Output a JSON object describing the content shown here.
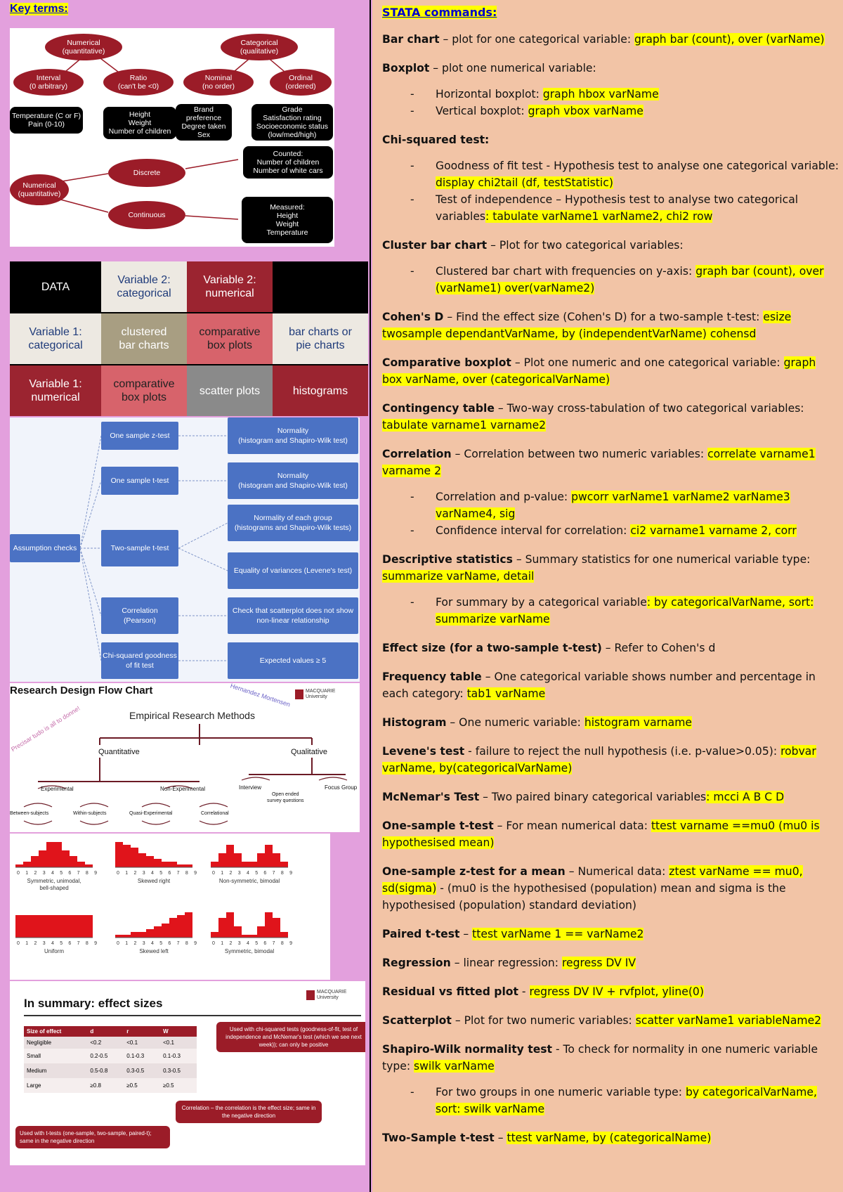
{
  "left": {
    "key_terms": "Key terms:",
    "types_diagram": {
      "numerical_top": "Numerical\n(quantitative)",
      "categorical_top": "Categorical\n(qualitative)",
      "interval": "Interval\n(0 arbitrary)",
      "ratio": "Ratio\n(can't be <0)",
      "nominal": "Nominal\n(no order)",
      "ordinal": "Ordinal\n(ordered)",
      "interval_ex": "Temperature (C or F)\nPain (0-10)",
      "ratio_ex": "Height\nWeight\nNumber of children",
      "nominal_ex": "Brand\npreference\nDegree taken\nSex",
      "ordinal_ex": "Grade\nSatisfaction rating\nSocioeconomic status\n(low/med/high)",
      "numerical_mid": "Numerical\n(quantitative)",
      "discrete": "Discrete",
      "continuous": "Continuous",
      "counted": "Counted:\nNumber of children\nNumber of white cars",
      "measured": "Measured:\nHeight\nWeight\nTemperature"
    },
    "data_grid": {
      "corner": "DATA",
      "var2_cat": "Variable 2:\ncategorical",
      "var2_num": "Variable 2:\nnumerical",
      "var1_cat": "Variable 1:\ncategorical",
      "clustered": "clustered\nbar charts",
      "comparative1": "comparative\nbox plots",
      "bar_pie": "bar charts or\npie charts",
      "var1_num": "Variable 1:\nnumerical",
      "comparative2": "comparative\nbox plots",
      "scatter": "scatter plots",
      "histograms": "histograms"
    },
    "assumptions": {
      "root": "Assumption checks",
      "one_z": "One sample z-test",
      "one_t": "One sample t-test",
      "two_t": "Two-sample t-test",
      "corr": "Correlation\n(Pearson)",
      "chi": "Chi-squared goodness\nof fit test",
      "norm1": "Normality\n(histogram and Shapiro-Wilk test)",
      "norm2": "Normality\n(histogram and Shapiro-Wilk test)",
      "norm_each": "Normality of each group\n(histograms and Shapiro-Wilk tests)",
      "levene": "Equality of variances (Levene's test)",
      "scatter_check": "Check that scatterplot does not show\nnon-linear relationship",
      "expected": "Expected values ≥ 5"
    },
    "research": {
      "title": "Research Design Flow Chart",
      "watermark": "Hernandez Mortensen",
      "side_note": "Precisar tudo is all to donne!",
      "methods": "Empirical Research Methods",
      "quantitative": "Quantitative",
      "qualitative": "Qualitative",
      "experimental": "Experimental",
      "non_experimental": "Non-Experimental",
      "interview": "Interview",
      "open_ended": "Open ended\nsurvey questions",
      "focus": "Focus Group",
      "between": "Between-subjects",
      "within": "Within-subjects",
      "quasi": "Quasi-Experimental",
      "correlational": "Correlational",
      "logo": "MACQUARIE\nUniversity"
    },
    "histos": {
      "ticks": "0 1 2 3 4 5 6 7 8 9",
      "labels": [
        "Symmetric, unimodal,\nbell-shaped",
        "Skewed right",
        "Non-symmetric, bimodal",
        "Uniform",
        "Skewed left",
        "Symmetric, bimodal"
      ]
    },
    "effect": {
      "title": "In summary: effect sizes",
      "logo": "MACQUARIE\nUniversity",
      "headers": [
        "Size of effect",
        "d",
        "r",
        "W"
      ],
      "rows": [
        [
          "Negligible",
          "<0.2",
          "<0.1",
          "<0.1"
        ],
        [
          "Small",
          "0.2-0.5",
          "0.1-0.3",
          "0.1-0.3"
        ],
        [
          "Medium",
          "0.5-0.8",
          "0.3-0.5",
          "0.3-0.5"
        ],
        [
          "Large",
          "≥0.8",
          "≥0.5",
          "≥0.5"
        ]
      ],
      "note_chi": "Used with chi-squared tests (goodness-of-fit, test of independence and McNemar's test (which we see next week)); can only be positive",
      "note_corr": "Correlation – the correlation is the effect size; same in the negative direction",
      "note_t": "Used with t-tests (one-sample, two-sample, paired-t); same in the negative direction"
    }
  },
  "right": {
    "heading": "STATA commands: ",
    "items": [
      {
        "term": "Bar chart",
        "desc": " – plot for one categorical variable: ",
        "cmd": "graph bar (count), over (varName)",
        "after": ""
      },
      {
        "term": "Boxplot",
        "desc": " – plot one numerical variable:",
        "cmd": "",
        "after": "",
        "subs": [
          {
            "text": "Horizontal boxplot: ",
            "cmd": "graph hbox varName"
          },
          {
            "text": "Vertical boxplot: ",
            "cmd": "graph vbox varName"
          }
        ]
      },
      {
        "term": "Chi-squared test:",
        "desc": "",
        "cmd": "",
        "after": "",
        "subs": [
          {
            "text": "Goodness of fit test - Hypothesis test to analyse one categorical variable: ",
            "cmd": "display chi2tail (df, testStatistic)"
          },
          {
            "text": "Test of independence – Hypothesis test to analyse two categorical variables",
            "cmd": ": tabulate varName1 varName2, chi2 row"
          }
        ]
      },
      {
        "term": "Cluster bar chart",
        "desc": " – Plot for two categorical variables:",
        "cmd": "",
        "after": "",
        "subs": [
          {
            "text": "Clustered bar chart with frequencies on y-axis: ",
            "cmd": "graph bar (count), over (varName1) over(varName2)"
          }
        ]
      },
      {
        "term": "Cohen's D",
        "desc": " – Find the effect size (Cohen's D) for a two-sample t-test: ",
        "cmd": "esize twosample dependantVarName, by (independentVarName) cohensd",
        "after": ""
      },
      {
        "term": "Comparative boxplot",
        "desc": " – Plot one numeric and one categorical variable: ",
        "cmd": "graph box varName, over (categoricalVarName)",
        "after": ""
      },
      {
        "term": "Contingency table",
        "desc": " – Two-way cross-tabulation of two categorical variables: ",
        "cmd": "tabulate varname1 varname2",
        "after": ""
      },
      {
        "term": "Correlation",
        "desc": " – Correlation between two numeric variables: ",
        "cmd": "correlate varname1 varname 2",
        "after": "",
        "subs": [
          {
            "text": "Correlation and p-value: ",
            "cmd": "pwcorr varName1 varName2 varName3 varName4, sig"
          },
          {
            "text": "Confidence interval for correlation: ",
            "cmd": "ci2 varname1 varname 2, corr"
          }
        ]
      },
      {
        "term": "Descriptive statistics",
        "desc": " – Summary statistics for one numerical variable type: ",
        "cmd": "summarize varName, detail",
        "after": "",
        "subs": [
          {
            "text": "For summary by a categorical variable",
            "cmd": ": by categoricalVarName, sort: summarize varName"
          }
        ]
      },
      {
        "term": "Effect size (for a two-sample t-test)",
        "desc": " – Refer to Cohen's d",
        "cmd": "",
        "after": ""
      },
      {
        "term": "Frequency table",
        "desc": " – One categorical variable shows number and percentage in each category: ",
        "cmd": "tab1 varName",
        "after": ""
      },
      {
        "term": "Histogram",
        "desc": " – One numeric variable: ",
        "cmd": "histogram varname",
        "after": ""
      },
      {
        "term": "Levene's test",
        "desc": " - failure to reject the null hypothesis (i.e. p-value>0.05): ",
        "cmd": "robvar varName, by(categoricalVarName)",
        "after": ""
      },
      {
        "term": "McNemar's Test",
        "desc": " – Two paired binary categorical variables",
        "cmd": ": mcci A B C D",
        "after": ""
      },
      {
        "term": "One-sample t-test",
        "desc": " – For mean numerical data: ",
        "cmd": "ttest varname ==mu0 (mu0 is hypothesised mean)",
        "after": ""
      },
      {
        "term": "One-sample z-test for a mean",
        "desc": " – Numerical data: ",
        "cmd": "ztest varName == mu0, sd(sigma)",
        "after": " - (mu0 is the hypothesised (population) mean and sigma is the hypothesised (population) standard deviation)"
      },
      {
        "term": "Paired t-test",
        "desc": " – ",
        "cmd": "ttest varName 1 == varName2",
        "after": ""
      },
      {
        "term": "Regression",
        "desc": " – linear regression: ",
        "cmd": "regress DV IV",
        "after": ""
      },
      {
        "term": "Residual vs fitted plot",
        "desc": " - ",
        "cmd": "regress DV IV +  rvfplot, yline(0)",
        "after": ""
      },
      {
        "term": "Scatterplot",
        "desc": " – Plot for two numeric variables: ",
        "cmd": "scatter varName1 variableName2",
        "after": ""
      },
      {
        "term": "Shapiro-Wilk normality test",
        "desc": " - To check for normality in one numeric variable type: ",
        "cmd": "swilk varName",
        "after": "",
        "subs": [
          {
            "text": "For two groups in one numeric variable type: ",
            "cmd": "by categoricalVarName, sort: swilk varName"
          }
        ]
      },
      {
        "term": "Two-Sample t-test",
        "desc": " – ",
        "cmd": "ttest varName, by (categoricalName)",
        "after": ""
      }
    ]
  }
}
